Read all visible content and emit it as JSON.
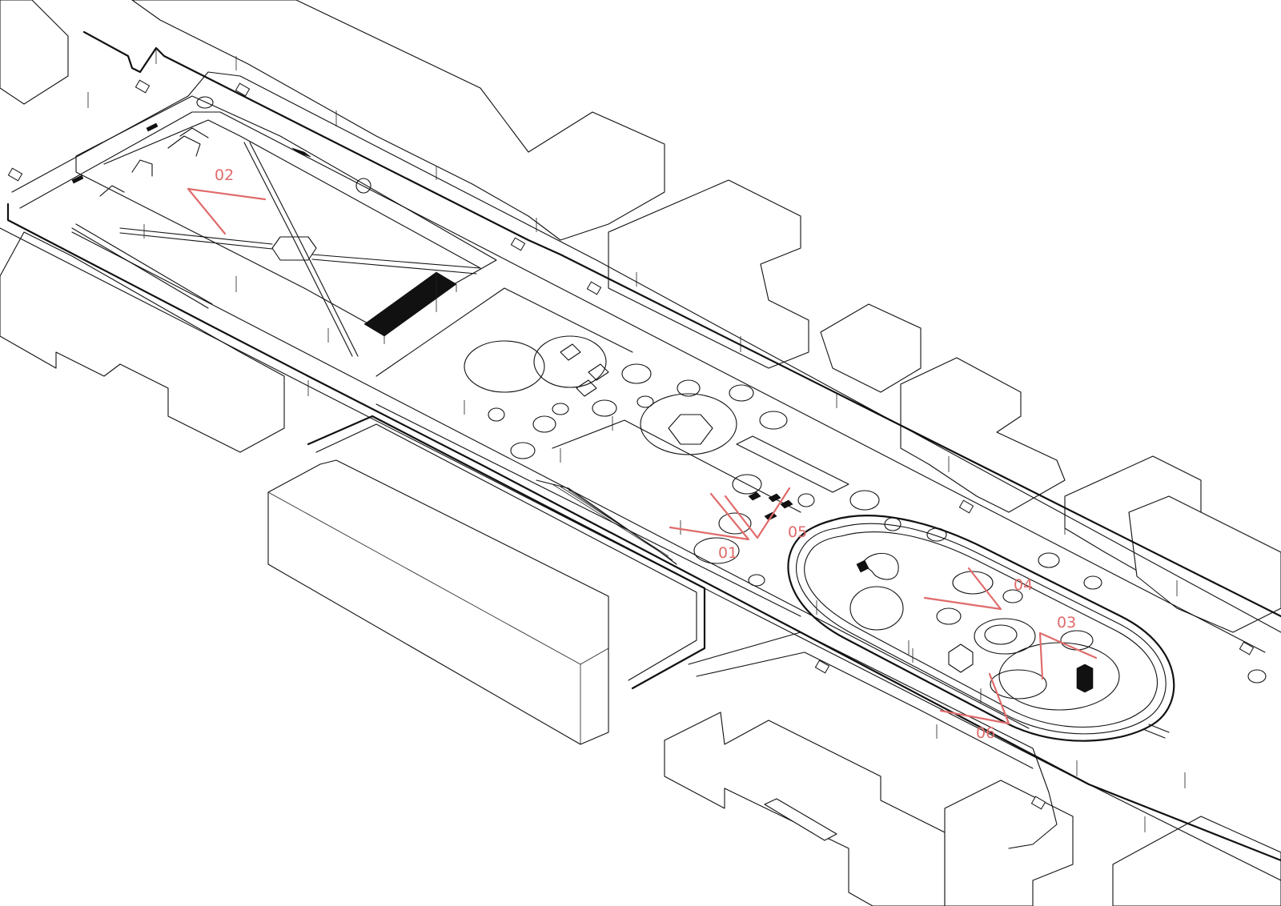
{
  "viewpoints": [
    {
      "id": "vp-01",
      "label": "01"
    },
    {
      "id": "vp-02",
      "label": "02"
    },
    {
      "id": "vp-03",
      "label": "03"
    },
    {
      "id": "vp-04",
      "label": "04"
    },
    {
      "id": "vp-05",
      "label": "05"
    },
    {
      "id": "vp-06",
      "label": "06"
    }
  ],
  "colors": {
    "linework": "#111111",
    "background": "#ffffff",
    "viewpoint_marker": "#e06b6b"
  }
}
